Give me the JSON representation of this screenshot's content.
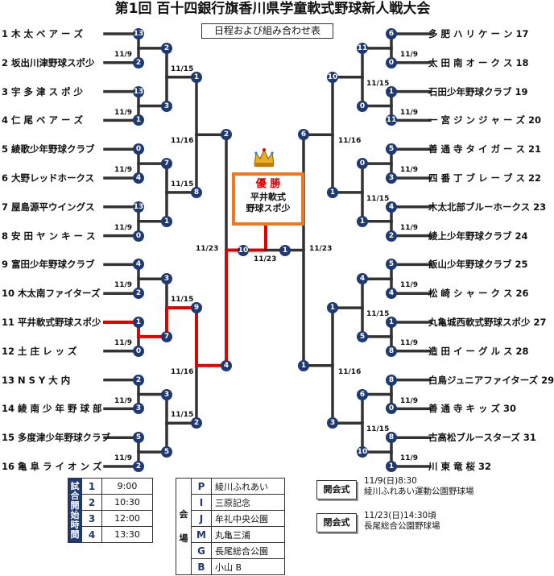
{
  "title": "第1回 百十四銀行旗香川県学童軟式野球新人戦大会",
  "subtitle": "日程および組み合わせ表",
  "left_teams": [
    {
      "no": "1",
      "name": "木 太 ベ ア ー ズ"
    },
    {
      "no": "2",
      "name": "坂出川津野球スポ少"
    },
    {
      "no": "3",
      "name": "宇 多 津 ス ポ 少"
    },
    {
      "no": "4",
      "name": "仁 尾 ベ ア ー ズ"
    },
    {
      "no": "5",
      "name": "綾歌少年野球クラブ"
    },
    {
      "no": "6",
      "name": "大野レッドホークス"
    },
    {
      "no": "7",
      "name": "屋島源平ウイングス"
    },
    {
      "no": "8",
      "name": "安 田 ヤ ン キ ー ス"
    },
    {
      "no": "9",
      "name": "富田少年野球クラブ"
    },
    {
      "no": "10",
      "name": "木太南ファイターズ"
    },
    {
      "no": "11",
      "name": "平井軟式野球スポ少"
    },
    {
      "no": "12",
      "name": "土 庄 レ ッ ズ"
    },
    {
      "no": "13",
      "name": "N S Y 大 内"
    },
    {
      "no": "14",
      "name": "綾 南 少 年 野 球 部"
    },
    {
      "no": "15",
      "name": "多度津少年野球クラブ"
    },
    {
      "no": "16",
      "name": "亀 阜 ラ イ オ ン ズ"
    }
  ],
  "right_teams": [
    {
      "no": "17",
      "name": "多 肥 ハ リ ケ ー ン"
    },
    {
      "no": "18",
      "name": "太 田 南 オ ー ク ス"
    },
    {
      "no": "19",
      "name": "石田少年野球クラブ"
    },
    {
      "no": "20",
      "name": "一 宮 ジ ン ジ ャ ー ズ"
    },
    {
      "no": "21",
      "name": "善 通 寺 タ イ ガ ー ス"
    },
    {
      "no": "22",
      "name": "四 番 丁 ブ レ ー ブ ス"
    },
    {
      "no": "23",
      "name": "木太北部ブルーホークス"
    },
    {
      "no": "24",
      "name": "綾上少年野球クラブ"
    },
    {
      "no": "25",
      "name": "飯山少年野球クラブ"
    },
    {
      "no": "26",
      "name": "松 崎 シ ャ ー ク ス"
    },
    {
      "no": "27",
      "name": "丸亀城西軟式野球スポ少"
    },
    {
      "no": "28",
      "name": "造 田 イ ー グ ル ス"
    },
    {
      "no": "29",
      "name": "白鳥ジュニアファイターズ"
    },
    {
      "no": "30",
      "name": "善 通 寺 キ ッ ズ"
    },
    {
      "no": "31",
      "name": "古高松ブルースターズ"
    },
    {
      "no": "32",
      "name": "川 東 竜 桜"
    }
  ],
  "scores": {
    "r1_left": [
      "13",
      "2",
      "13",
      "1",
      "0",
      "4",
      "13",
      "0",
      "4",
      "2",
      "1",
      "0",
      "2",
      "3",
      "5",
      "2"
    ],
    "r1_right": [
      "6",
      "0",
      "1",
      "11",
      "5",
      "3",
      "4",
      "2",
      "5",
      "4",
      "1",
      "8",
      "8",
      "0",
      "8",
      "1"
    ],
    "r2_left": [
      "2",
      "3",
      "7",
      "1",
      "3",
      "7",
      "3",
      "5"
    ],
    "r2_right": [
      "11",
      "0",
      "0",
      "1",
      "4",
      "5",
      "6",
      "10"
    ],
    "r3_left": [
      "1",
      "8",
      "9",
      "2"
    ],
    "r3_right": [
      "10",
      "1",
      "1",
      "3"
    ],
    "semi_left": [
      "2",
      "4"
    ],
    "semi_right": [
      "6",
      "1"
    ],
    "final": [
      "10",
      "1"
    ]
  },
  "dates": {
    "r1": "11/9",
    "r2": "11/15",
    "r3": "11/16",
    "final": "11/23"
  },
  "champion": {
    "label": "優 勝",
    "team_line1": "平井軟式",
    "team_line2": "野球スポ少"
  },
  "schedule": {
    "header": "試合開始時間",
    "rows": [
      {
        "key": "1",
        "time": "9:00"
      },
      {
        "key": "2",
        "time": "10:30"
      },
      {
        "key": "3",
        "time": "12:00"
      },
      {
        "key": "4",
        "time": "13:30"
      }
    ]
  },
  "venues": {
    "header": "会場",
    "rows": [
      {
        "key": "P",
        "name": "綾川ふれあい"
      },
      {
        "key": "I",
        "name": "三原記念"
      },
      {
        "key": "J",
        "name": "牟礼中央公園"
      },
      {
        "key": "M",
        "name": "丸亀三浦"
      },
      {
        "key": "G",
        "name": "長尾総合公園"
      },
      {
        "key": "B",
        "name": "小山 B"
      }
    ]
  },
  "opening": {
    "label": "開会式",
    "line1": "11/9(日)8:30",
    "line2": "綾川ふれあい運動公園野球場"
  },
  "closing": {
    "label": "閉会式",
    "line1": "11/23(日)14:30頃",
    "line2": "長尾総合公園野球場"
  },
  "colors": {
    "line": "#333333",
    "win": "#e00000",
    "circle": "#1f3a72",
    "champ_border": "#f07820"
  }
}
